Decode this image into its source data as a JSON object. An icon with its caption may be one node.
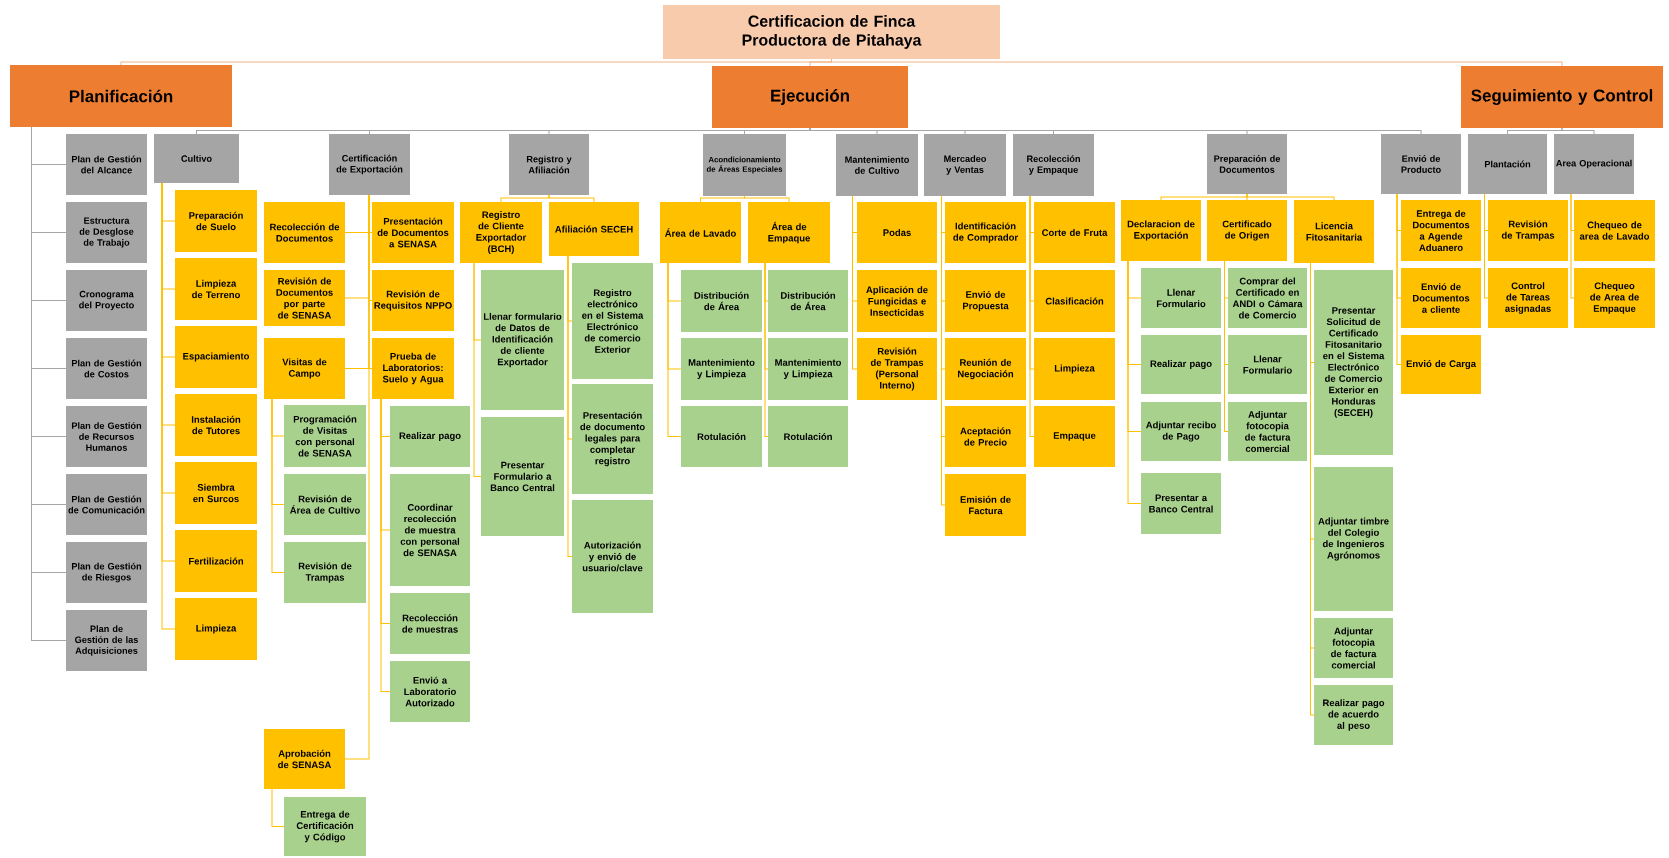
{
  "diagram": {
    "nodes": [
      {
        "text": [
          "Certificacion de Finca Productora de Pitahaya"
        ]
      },
      {
        "text": [
          "Planificación"
        ]
      },
      {
        "text": [
          "Plan de Gestión del Alcance"
        ]
      },
      {
        "text": [
          "Estructura de Desglose de Trabajo"
        ]
      },
      {
        "text": [
          "Cronograma del Proyecto"
        ]
      },
      {
        "text": [
          "Plan de Gestión de Costos"
        ]
      },
      {
        "text": [
          "Plan de Gestión de Recursos Humanos"
        ]
      },
      {
        "text": [
          "Plan de Gestión de Comunicación"
        ]
      },
      {
        "text": [
          "Plan de Gestión de Riesgos"
        ]
      },
      {
        "text": [
          "Plan de Gestión de las Adquisiciones"
        ]
      },
      {
        "text": [
          "Ejecución"
        ]
      },
      {
        "text": [
          "Cultivo"
        ]
      },
      {
        "text": [
          "Preparación de Suelo"
        ]
      },
      {
        "text": [
          "Limpieza de Terreno"
        ]
      },
      {
        "text": [
          "Espaciamiento"
        ]
      },
      {
        "text": [
          "Instalación de Tutores"
        ]
      },
      {
        "text": [
          "Siembra en Surcos"
        ]
      },
      {
        "text": [
          "Fertilización"
        ]
      },
      {
        "text": [
          "Limpieza"
        ]
      },
      {
        "text": [
          "Certificación de Exportación"
        ]
      },
      {
        "text": [
          "Recolección de Documentos"
        ]
      },
      {
        "text": [
          "Presentación de Documentos a SENASA"
        ]
      },
      {
        "text": [
          "Revisión de Documentos por parte de SENASA"
        ]
      },
      {
        "text": [
          "Revisión de Requisitos NPPO"
        ]
      },
      {
        "text": [
          "Visitas de Campo"
        ]
      },
      {
        "text": [
          "Programación de Visitas con personal de SENASA"
        ]
      },
      {
        "text": [
          "Revisión de Área de Cultivo"
        ]
      },
      {
        "text": [
          "Revisión de Trampas"
        ]
      },
      {
        "text": [
          "Prueba de Laboratorios: Suelo y Agua"
        ]
      },
      {
        "text": [
          "Realizar pago"
        ]
      },
      {
        "text": [
          "Coordinar recolección de muestra con personal de SENASA"
        ]
      },
      {
        "text": [
          "Recolección de muestras"
        ]
      },
      {
        "text": [
          "Envió a Laboratorio Autorizado"
        ]
      },
      {
        "text": [
          "Aprobación de SENASA"
        ]
      },
      {
        "text": [
          "Entrega de Certificación y Código"
        ]
      },
      {
        "text": [
          "Registro y Afiliación"
        ]
      },
      {
        "text": [
          "Registro de Cliente Exportador (BCH)"
        ]
      },
      {
        "text": [
          "Llenar formulario de Datos de Identificación de cliente Exportador"
        ]
      },
      {
        "text": [
          "Presentar Formulario a Banco Central"
        ]
      },
      {
        "text": [
          "Afiliación SECEH"
        ]
      },
      {
        "text": [
          "Registro electrónico en el Sistema Electrónico de comercio Exterior"
        ]
      },
      {
        "text": [
          "Presentación de documento legales para completar registro"
        ]
      },
      {
        "text": [
          "Autorización y envió de usuario/clave"
        ]
      },
      {
        "text": [
          "Acondicionamiento de Áreas Especiales"
        ]
      },
      {
        "text": [
          "Área de Lavado"
        ]
      },
      {
        "text": [
          "Distribución de Área"
        ]
      },
      {
        "text": [
          "Mantenimiento y Limpieza"
        ]
      },
      {
        "text": [
          "Rotulación"
        ]
      },
      {
        "text": [
          "Área de Empaque"
        ]
      },
      {
        "text": [
          "Distribución de Área"
        ]
      },
      {
        "text": [
          "Mantenimiento y Limpieza"
        ]
      },
      {
        "text": [
          "Rotulación"
        ]
      },
      {
        "text": [
          "Mantenimiento de Cultivo"
        ]
      },
      {
        "text": [
          "Podas"
        ]
      },
      {
        "text": [
          "Aplicación de Fungicidas e Insecticidas"
        ]
      },
      {
        "text": [
          "Revisión de Trampas (Personal Interno)"
        ]
      },
      {
        "text": [
          "Mercadeo y Ventas"
        ]
      },
      {
        "text": [
          "Identificación de Comprador"
        ]
      },
      {
        "text": [
          "Envió de Propuesta"
        ]
      },
      {
        "text": [
          "Reunión de Negociación"
        ]
      },
      {
        "text": [
          "Aceptación de Precio"
        ]
      },
      {
        "text": [
          "Emisión de Factura"
        ]
      },
      {
        "text": [
          "Recolección y Empaque"
        ]
      },
      {
        "text": [
          "Corte de Fruta"
        ]
      },
      {
        "text": [
          "Clasificación"
        ]
      },
      {
        "text": [
          "Limpieza"
        ]
      },
      {
        "text": [
          "Empaque"
        ]
      },
      {
        "text": [
          "Preparación de Documentos"
        ]
      },
      {
        "text": [
          "Declaracion de Exportación"
        ]
      },
      {
        "text": [
          "Llenar Formulario"
        ]
      },
      {
        "text": [
          "Realizar pago"
        ]
      },
      {
        "text": [
          "Adjuntar recibo de Pago"
        ]
      },
      {
        "text": [
          "Presentar a Banco Central"
        ]
      },
      {
        "text": [
          "Certificado de Origen"
        ]
      },
      {
        "text": [
          "Comprar del Certificado en ANDI o Cámara de Comercio"
        ]
      },
      {
        "text": [
          "Llenar Formulario"
        ]
      },
      {
        "text": [
          "Adjuntar fotocopia de factura comercial"
        ]
      },
      {
        "text": [
          "Licencia Fitosanitaria"
        ]
      },
      {
        "text": [
          "Presentar Solicitud de Certificado Fitosanitario en el Sistema Electrónico de Comercio Exterior en Honduras (SECEH)"
        ]
      },
      {
        "text": [
          "Adjuntar timbre del Colegio de Ingenieros Agrónomos"
        ]
      },
      {
        "text": [
          "Adjuntar fotocopia de factura comercial"
        ]
      },
      {
        "text": [
          "Realizar pago de acuerdo al peso"
        ]
      },
      {
        "text": [
          "Envió de Producto"
        ]
      },
      {
        "text": [
          "Entrega de Documentos a Agende Aduanero"
        ]
      },
      {
        "text": [
          "Envió de Documentos a cliente"
        ]
      },
      {
        "text": [
          "Envió de Carga"
        ]
      },
      {
        "text": [
          "Seguimiento y Control"
        ]
      },
      {
        "text": [
          "Plantación"
        ]
      },
      {
        "text": [
          "Revisión de Trampas"
        ]
      },
      {
        "text": [
          "Control de Tareas asignadas"
        ]
      },
      {
        "text": [
          "Area Operacional"
        ]
      },
      {
        "text": [
          "Chequeo de area de Lavado"
        ]
      },
      {
        "text": [
          "Chequeo de Area de Empaque"
        ]
      }
    ],
    "edges": [
      {
        "from": 0,
        "to": 1,
        "arrow": "none",
        "color": "#f4b183"
      },
      {
        "from": 1,
        "to": 2,
        "arrow": "none",
        "color": "#a6a6a6"
      },
      {
        "from": 1,
        "to": 3,
        "arrow": "none",
        "color": "#a6a6a6"
      },
      {
        "from": 1,
        "to": 4,
        "arrow": "none",
        "color": "#a6a6a6"
      },
      {
        "from": 1,
        "to": 5,
        "arrow": "none",
        "color": "#a6a6a6"
      },
      {
        "from": 1,
        "to": 6,
        "arrow": "none",
        "color": "#a6a6a6"
      },
      {
        "from": 1,
        "to": 7,
        "arrow": "none",
        "color": "#a6a6a6"
      },
      {
        "from": 1,
        "to": 8,
        "arrow": "none",
        "color": "#a6a6a6"
      },
      {
        "from": 1,
        "to": 9,
        "arrow": "none",
        "color": "#a6a6a6"
      },
      {
        "from": 0,
        "to": 10,
        "arrow": "none",
        "color": "#f4b183"
      },
      {
        "from": 10,
        "to": 11,
        "arrow": "none",
        "color": "#a6a6a6"
      },
      {
        "from": 11,
        "to": 12,
        "arrow": "none"
      },
      {
        "from": 11,
        "to": 13,
        "arrow": "none"
      },
      {
        "from": 11,
        "to": 14,
        "arrow": "none"
      },
      {
        "from": 11,
        "to": 15,
        "arrow": "none"
      },
      {
        "from": 11,
        "to": 16,
        "arrow": "none"
      },
      {
        "from": 11,
        "to": 17,
        "arrow": "none"
      },
      {
        "from": 11,
        "to": 18,
        "arrow": "none"
      },
      {
        "from": 10,
        "to": 19,
        "arrow": "none",
        "color": "#a6a6a6"
      },
      {
        "from": 19,
        "to": 20,
        "arrow": "none"
      },
      {
        "from": 19,
        "to": 21,
        "arrow": "none"
      },
      {
        "from": 19,
        "to": 22,
        "arrow": "none"
      },
      {
        "from": 19,
        "to": 23,
        "arrow": "none"
      },
      {
        "from": 19,
        "to": 24,
        "arrow": "none"
      },
      {
        "from": 24,
        "to": 25,
        "arrow": "none"
      },
      {
        "from": 24,
        "to": 26,
        "arrow": "none"
      },
      {
        "from": 24,
        "to": 27,
        "arrow": "none"
      },
      {
        "from": 19,
        "to": 28,
        "arrow": "none"
      },
      {
        "from": 28,
        "to": 29,
        "arrow": "none"
      },
      {
        "from": 28,
        "to": 30,
        "arrow": "none"
      },
      {
        "from": 28,
        "to": 31,
        "arrow": "none"
      },
      {
        "from": 28,
        "to": 32,
        "arrow": "none"
      },
      {
        "from": 19,
        "to": 33,
        "arrow": "none"
      },
      {
        "from": 33,
        "to": 34,
        "arrow": "none"
      },
      {
        "from": 10,
        "to": 35,
        "arrow": "none",
        "color": "#a6a6a6"
      },
      {
        "from": 35,
        "to": 36,
        "arrow": "none"
      },
      {
        "from": 36,
        "to": 37,
        "arrow": "none"
      },
      {
        "from": 36,
        "to": 38,
        "arrow": "none"
      },
      {
        "from": 35,
        "to": 39,
        "arrow": "none"
      },
      {
        "from": 39,
        "to": 40,
        "arrow": "none"
      },
      {
        "from": 39,
        "to": 41,
        "arrow": "none"
      },
      {
        "from": 39,
        "to": 42,
        "arrow": "none"
      },
      {
        "from": 10,
        "to": 43,
        "arrow": "none",
        "color": "#a6a6a6"
      },
      {
        "from": 43,
        "to": 44,
        "arrow": "none"
      },
      {
        "from": 44,
        "to": 45,
        "arrow": "none"
      },
      {
        "from": 44,
        "to": 46,
        "arrow": "none"
      },
      {
        "from": 44,
        "to": 47,
        "arrow": "none"
      },
      {
        "from": 43,
        "to": 48,
        "arrow": "none"
      },
      {
        "from": 48,
        "to": 49,
        "arrow": "none"
      },
      {
        "from": 48,
        "to": 50,
        "arrow": "none"
      },
      {
        "from": 48,
        "to": 51,
        "arrow": "none"
      },
      {
        "from": 10,
        "to": 52,
        "arrow": "none",
        "color": "#a6a6a6"
      },
      {
        "from": 52,
        "to": 53,
        "arrow": "none"
      },
      {
        "from": 52,
        "to": 54,
        "arrow": "none"
      },
      {
        "from": 52,
        "to": 55,
        "arrow": "none"
      },
      {
        "from": 10,
        "to": 56,
        "arrow": "none",
        "color": "#a6a6a6"
      },
      {
        "from": 56,
        "to": 57,
        "arrow": "none"
      },
      {
        "from": 56,
        "to": 58,
        "arrow": "none"
      },
      {
        "from": 56,
        "to": 59,
        "arrow": "none"
      },
      {
        "from": 56,
        "to": 60,
        "arrow": "none"
      },
      {
        "from": 56,
        "to": 61,
        "arrow": "none"
      },
      {
        "from": 10,
        "to": 62,
        "arrow": "none",
        "color": "#a6a6a6"
      },
      {
        "from": 62,
        "to": 63,
        "arrow": "none"
      },
      {
        "from": 62,
        "to": 64,
        "arrow": "none"
      },
      {
        "from": 62,
        "to": 65,
        "arrow": "none"
      },
      {
        "from": 62,
        "to": 66,
        "arrow": "none"
      },
      {
        "from": 10,
        "to": 67,
        "arrow": "none",
        "color": "#a6a6a6"
      },
      {
        "from": 67,
        "to": 68,
        "arrow": "none"
      },
      {
        "from": 68,
        "to": 69,
        "arrow": "none"
      },
      {
        "from": 68,
        "to": 70,
        "arrow": "none"
      },
      {
        "from": 68,
        "to": 71,
        "arrow": "none"
      },
      {
        "from": 68,
        "to": 72,
        "arrow": "none"
      },
      {
        "from": 67,
        "to": 73,
        "arrow": "none"
      },
      {
        "from": 73,
        "to": 74,
        "arrow": "none"
      },
      {
        "from": 73,
        "to": 75,
        "arrow": "none"
      },
      {
        "from": 73,
        "to": 76,
        "arrow": "none"
      },
      {
        "from": 67,
        "to": 77,
        "arrow": "none"
      },
      {
        "from": 77,
        "to": 78,
        "arrow": "none"
      },
      {
        "from": 77,
        "to": 79,
        "arrow": "none"
      },
      {
        "from": 77,
        "to": 80,
        "arrow": "none"
      },
      {
        "from": 77,
        "to": 81,
        "arrow": "none"
      },
      {
        "from": 10,
        "to": 82,
        "arrow": "none",
        "color": "#a6a6a6"
      },
      {
        "from": 82,
        "to": 83,
        "arrow": "none"
      },
      {
        "from": 82,
        "to": 84,
        "arrow": "none"
      },
      {
        "from": 82,
        "to": 85,
        "arrow": "none"
      },
      {
        "from": 0,
        "to": 86,
        "arrow": "none",
        "color": "#f4b183"
      },
      {
        "from": 86,
        "to": 87,
        "arrow": "none",
        "color": "#a6a6a6"
      },
      {
        "from": 87,
        "to": 88,
        "arrow": "none"
      },
      {
        "from": 87,
        "to": 89,
        "arrow": "none"
      },
      {
        "from": 86,
        "to": 90,
        "arrow": "none",
        "color": "#a6a6a6"
      },
      {
        "from": 90,
        "to": 91,
        "arrow": "none"
      },
      {
        "from": 90,
        "to": 92,
        "arrow": "none"
      }
    ]
  }
}
